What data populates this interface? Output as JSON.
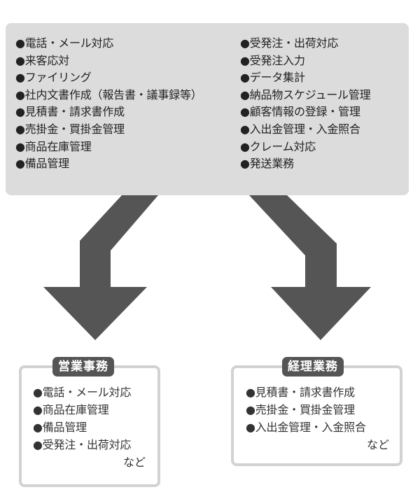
{
  "top_box": {
    "left_items": [
      "●電話・メール対応",
      "●来客応対",
      "●ファイリング",
      "●社内文書作成（報告書・議事録等）",
      "●見積書・請求書作成",
      "●売掛金・買掛金管理",
      "●商品在庫管理",
      "●備品管理"
    ],
    "right_items": [
      "●受発注・出荷対応",
      "●受発注入力",
      "●データ集計",
      "●納品物スケジュール管理",
      "●顧客情報の登録・管理",
      "●入出金管理・入金照合",
      "●クレーム対応",
      "●発送業務"
    ]
  },
  "sales": {
    "title": "営業事務",
    "items": [
      "●電話・メール対応",
      "●商品在庫管理",
      "●備品管理",
      "●受発注・出荷対応"
    ],
    "etc": "など"
  },
  "accounting": {
    "title": "経理業務",
    "items": [
      "●見積書・請求書作成",
      "●売掛金・買掛金管理",
      "●入出金管理・入金照合"
    ],
    "etc": "など"
  },
  "colors": {
    "top_box": "#dcdcdc",
    "arrow": "#555555",
    "label_bg": "#555555",
    "box_border": "#d2d2d2"
  }
}
